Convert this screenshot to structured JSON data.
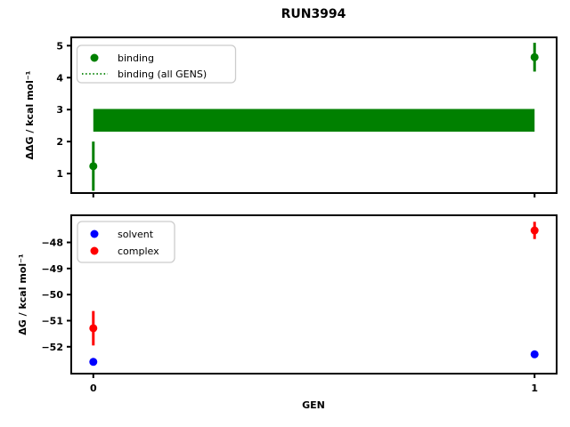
{
  "title": "RUN3994",
  "colors": {
    "binding": "#008000",
    "solvent": "#0000ff",
    "complex": "#ff0000",
    "frame": "#000000",
    "legend_border": "#cccccc"
  },
  "chart_data": [
    {
      "type": "scatter",
      "subplot": "top",
      "ylabel": "ΔΔG / kcal mol⁻¹",
      "xlabel": "",
      "yticks": [
        5,
        4,
        3,
        2,
        1
      ],
      "yticklabels": [
        "5",
        "4",
        "3",
        "2",
        "1"
      ],
      "ylim": [
        0.39,
        5.26
      ],
      "xticks": [
        0,
        1
      ],
      "xticklabels": [
        "0",
        "1"
      ],
      "xticklabels_visible": false,
      "xlim": [
        -0.05,
        1.05
      ],
      "grid": false,
      "series": [
        {
          "name": "binding",
          "color": "#008000",
          "x": [
            0,
            1
          ],
          "y": [
            1.23,
            4.64
          ],
          "yerr": [
            0.77,
            0.45
          ]
        }
      ],
      "band": {
        "name": "binding (all GENS)",
        "color": "#008000",
        "xstart": 0,
        "xend": 1,
        "ylow": 2.31,
        "yhigh": 3.02,
        "center": 2.67
      },
      "legend": {
        "position": "upper left",
        "items": [
          {
            "label": "binding",
            "marker": "dot",
            "color": "#008000"
          },
          {
            "label": "binding (all GENS)",
            "marker": "dotted-line",
            "color": "#008000"
          }
        ]
      }
    },
    {
      "type": "scatter",
      "subplot": "bottom",
      "ylabel": "ΔG / kcal mol⁻¹",
      "xlabel": "GEN",
      "yticks": [
        -48,
        -49,
        -50,
        -51,
        -52
      ],
      "yticklabels": [
        "−48",
        "−49",
        "−50",
        "−51",
        "−52"
      ],
      "ylim": [
        -53.03,
        -46.96
      ],
      "xticks": [
        0,
        1
      ],
      "xticklabels": [
        "0",
        "1"
      ],
      "xticklabels_visible": true,
      "xlim": [
        -0.05,
        1.05
      ],
      "grid": false,
      "series": [
        {
          "name": "solvent",
          "color": "#0000ff",
          "x": [
            0,
            1
          ],
          "y": [
            -52.58,
            -52.29
          ],
          "yerr": [
            0.05,
            0.05
          ]
        },
        {
          "name": "complex",
          "color": "#ff0000",
          "x": [
            0,
            1
          ],
          "y": [
            -51.29,
            -47.54
          ],
          "yerr": [
            0.66,
            0.33
          ]
        }
      ],
      "legend": {
        "position": "upper left",
        "items": [
          {
            "label": "solvent",
            "marker": "dot",
            "color": "#0000ff"
          },
          {
            "label": "complex",
            "marker": "dot",
            "color": "#ff0000"
          }
        ]
      }
    }
  ]
}
